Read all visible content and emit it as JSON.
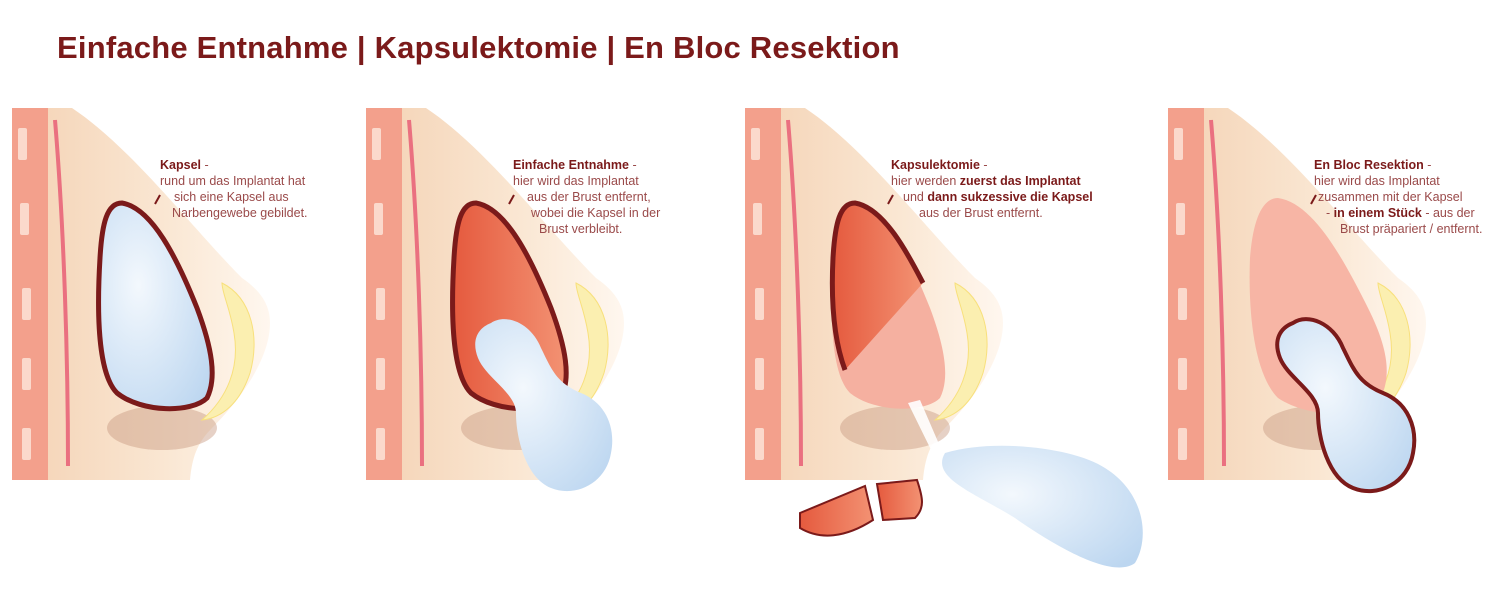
{
  "title": "Einfache Entnahme | Kapsulektomie | En Bloc Resektion",
  "colors": {
    "title": "#7b1a1a",
    "capsule": "#7b1a1a",
    "implant": "#d9e8f7",
    "skin": "#f8e4cf",
    "muscle": "#f3a08c",
    "gland": "#fbefb0",
    "tissue": "#ea6b50"
  },
  "panels": [
    {
      "heading": "Kapsel",
      "lines": [
        "rund um das Implantat hat",
        "sich eine Kapsel aus",
        "Narbengewebe gebildet."
      ]
    },
    {
      "heading": "Einfache Entnahme",
      "lines": [
        "hier wird das Implantat",
        "aus der Brust entfernt,",
        "wobei die Kapsel in der",
        "Brust verbleibt."
      ]
    },
    {
      "heading": "Kapsulektomie",
      "l1a": "hier werden ",
      "l1b": "zuerst das Implantat",
      "l2a": "und ",
      "l2b": "dann sukzessive die Kapsel",
      "l3": "aus der Brust entfernt."
    },
    {
      "heading": "En Bloc Resektion",
      "l1": "hier wird das Implantat",
      "l2": "zusammen mit der Kapsel",
      "l3a": "- ",
      "l3b": "in einem Stück",
      "l3c": " - aus der",
      "l4": "Brust präpariert / entfernt."
    }
  ],
  "dash": " -"
}
